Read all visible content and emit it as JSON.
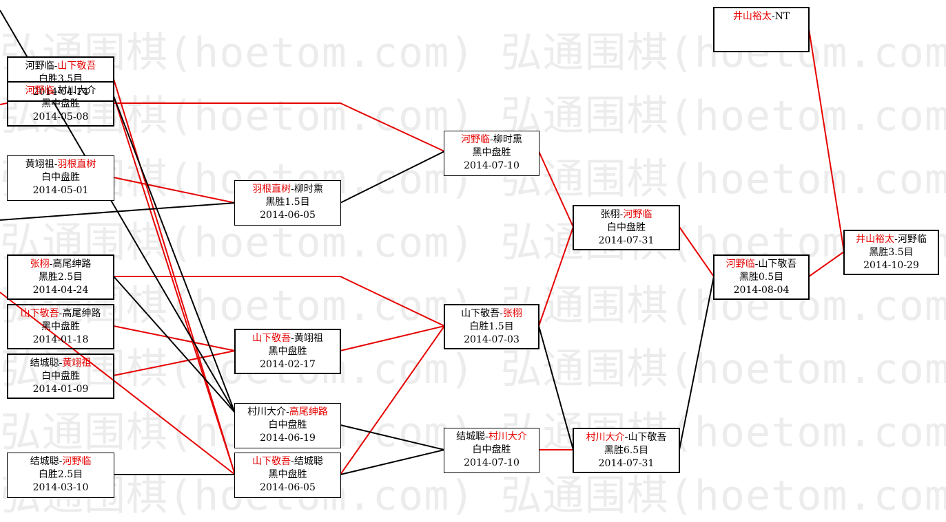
{
  "watermark": "弘通围棋(hoetom.com) 弘通围棋(hoetom.com) 弘",
  "colors": {
    "winner": "#e60000",
    "loser": "#000000",
    "watermark": "#ececec"
  },
  "matches": [
    {
      "id": "m1",
      "p1": "河野临",
      "p2": "山下敬吾",
      "winner": 2,
      "result": "白胜3.5目",
      "date": "2014-04-14"
    },
    {
      "id": "m2",
      "p1": "河野临",
      "p2": "村川大介",
      "winner": 1,
      "result": "黑中盘胜",
      "date": "2014-05-08"
    },
    {
      "id": "m3",
      "p1": "黄翊祖",
      "p2": "羽根直树",
      "winner": 2,
      "result": "白中盘胜",
      "date": "2014-05-01"
    },
    {
      "id": "m4",
      "p1": "张栩",
      "p2": "高尾绅路",
      "winner": 1,
      "result": "黑胜2.5目",
      "date": "2014-04-24"
    },
    {
      "id": "m5",
      "p1": "山下敬吾",
      "p2": "高尾绅路",
      "winner": 1,
      "result": "黑中盘胜",
      "date": "2014-01-18"
    },
    {
      "id": "m6",
      "p1": "结城聪",
      "p2": "黄翊祖",
      "winner": 2,
      "result": "白中盘胜",
      "date": "2014-01-09"
    },
    {
      "id": "m7",
      "p1": "结城聪",
      "p2": "河野临",
      "winner": 2,
      "result": "白胜2.5目",
      "date": "2014-03-10"
    },
    {
      "id": "m8",
      "p1": "羽根直树",
      "p2": "柳时熏",
      "winner": 1,
      "result": "黑胜1.5目",
      "date": "2014-06-05"
    },
    {
      "id": "m9",
      "p1": "山下敬吾",
      "p2": "黄翊祖",
      "winner": 1,
      "result": "黑中盘胜",
      "date": "2014-02-17"
    },
    {
      "id": "m10",
      "p1": "村川大介",
      "p2": "高尾绅路",
      "winner": 2,
      "result": "白中盘胜",
      "date": "2014-06-19"
    },
    {
      "id": "m11",
      "p1": "山下敬吾",
      "p2": "结城聪",
      "winner": 1,
      "result": "黑中盘胜",
      "date": "2014-06-05"
    },
    {
      "id": "m12",
      "p1": "河野临",
      "p2": "柳时熏",
      "winner": 1,
      "result": "黑中盘胜",
      "date": "2014-07-10"
    },
    {
      "id": "m13",
      "p1": "山下敬吾",
      "p2": "张栩",
      "winner": 2,
      "result": "白胜1.5目",
      "date": "2014-07-03"
    },
    {
      "id": "m14",
      "p1": "结城聪",
      "p2": "村川大介",
      "winner": 2,
      "result": "白中盘胜",
      "date": "2014-07-10"
    },
    {
      "id": "m15",
      "p1": "张栩",
      "p2": "河野临",
      "winner": 2,
      "result": "白中盘胜",
      "date": "2014-07-31"
    },
    {
      "id": "m16",
      "p1": "村川大介",
      "p2": "山下敬吾",
      "winner": 1,
      "result": "黑胜6.5目",
      "date": "2014-07-31"
    },
    {
      "id": "m17",
      "p1": "河野临",
      "p2": "山下敬吾",
      "winner": 1,
      "result": "黑胜0.5目",
      "date": "2014-08-04"
    },
    {
      "id": "m18",
      "p1": "井山裕太",
      "p2": "NT",
      "winner": 1,
      "result": "",
      "date": ""
    },
    {
      "id": "m19",
      "p1": "井山裕太",
      "p2": "河野临",
      "winner": 1,
      "result": "黑胜3.5目",
      "date": "2014-10-29"
    }
  ]
}
